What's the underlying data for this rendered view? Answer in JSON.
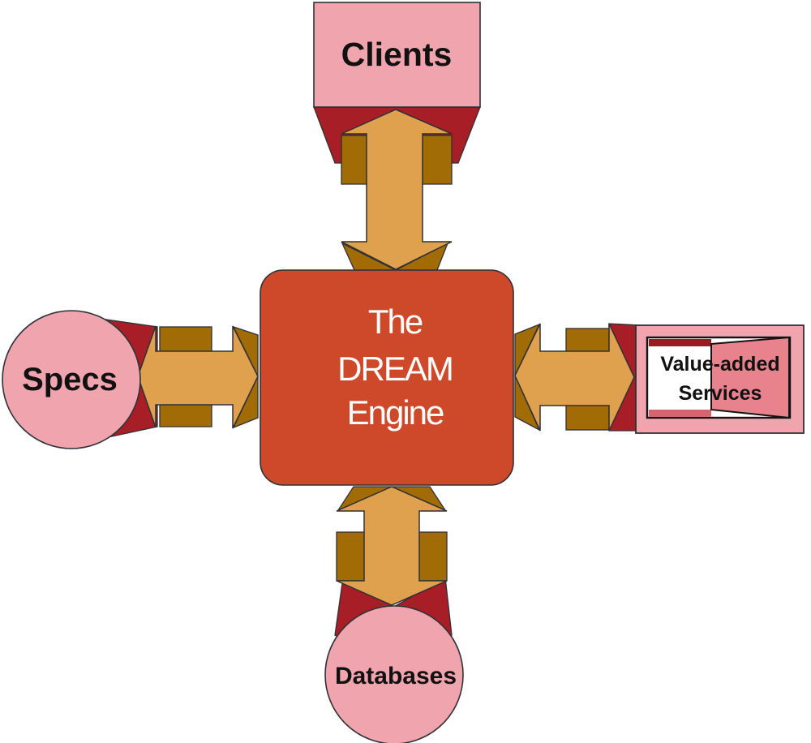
{
  "diagram_title": "The DREAM Engine",
  "center": {
    "line1": "The",
    "line2": "DREAM",
    "line3": "Engine",
    "full_label": "The DREAM Engine"
  },
  "nodes": {
    "clients": {
      "label": "Clients",
      "shape": "rectangle",
      "position": "top"
    },
    "specs": {
      "label": "Specs",
      "shape": "circle",
      "position": "left"
    },
    "value_added_services": {
      "label": "Value-added Services",
      "line1": "Value-added",
      "line2": "Services",
      "shape": "open-frame-box",
      "position": "right"
    },
    "databases": {
      "label": "Databases",
      "shape": "circle",
      "position": "bottom"
    }
  },
  "connectors": [
    {
      "from": "Clients",
      "to": "The DREAM Engine",
      "style": "double-headed-arrow",
      "orientation": "vertical"
    },
    {
      "from": "Specs",
      "to": "The DREAM Engine",
      "style": "double-headed-arrow",
      "orientation": "horizontal"
    },
    {
      "from": "Value-added Services",
      "to": "The DREAM Engine",
      "style": "double-headed-arrow",
      "orientation": "horizontal"
    },
    {
      "from": "Databases",
      "to": "The DREAM Engine",
      "style": "double-headed-arrow",
      "orientation": "vertical"
    }
  ],
  "colors": {
    "background": "#FFFFFF",
    "node_pink": "#F0A5AE",
    "shadow_dark_red": "#A81E26",
    "arrow_light_orange": "#E0A14F",
    "arrow_dark_orange": "#A16B05",
    "center_box_orange_red": "#CE4929",
    "door_panel_salmon": "#E8838D",
    "frame_top_strip_dark_red": "#9B1B22",
    "frame_bottom_strip_rose": "#D4656F",
    "outline": "#2F3136",
    "label_text": "#111111",
    "center_text": "#FFFFFF"
  }
}
